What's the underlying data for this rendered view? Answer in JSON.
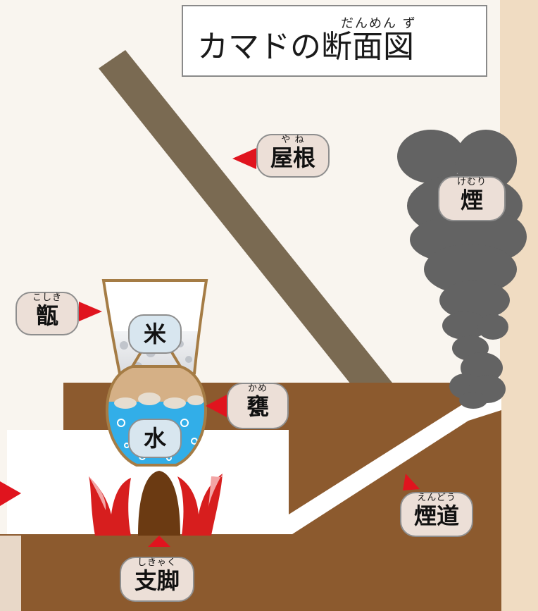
{
  "title": {
    "ruby": "だんめん ず",
    "main": "カマドの断面図"
  },
  "labels": {
    "roof": {
      "ruby": "や ね",
      "text": "屋根"
    },
    "smoke": {
      "ruby": "けむり",
      "text": "煙"
    },
    "steamer": {
      "ruby": "こしき",
      "text": "甑"
    },
    "rice": {
      "text": "米"
    },
    "jar": {
      "ruby": "かめ",
      "text": "甕"
    },
    "water": {
      "text": "水"
    },
    "flue": {
      "ruby": "えんどう",
      "text": "煙道"
    },
    "support": {
      "ruby": "しきゃく",
      "text": "支脚"
    }
  },
  "colors": {
    "background": "#f9f5ef",
    "side_panel": "#f0dcc2",
    "earth": "#8c5a2e",
    "roof": "#7a6a52",
    "smoke": "#636363",
    "flame": "#d71e1e",
    "water": "#32aee8",
    "arrow": "#e0141e"
  }
}
